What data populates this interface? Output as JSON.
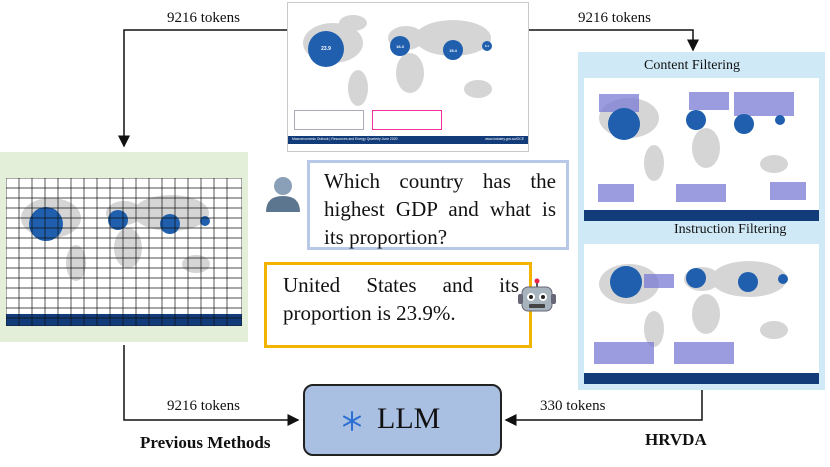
{
  "labels": {
    "top_left_tokens": "9216 tokens",
    "top_right_tokens": "9216 tokens",
    "bottom_left_tokens": "9216 tokens",
    "bottom_right_tokens": "330 tokens",
    "content_filtering": "Content Filtering",
    "instruction_filtering": "Instruction Filtering",
    "previous_methods": "Previous Methods",
    "hrvda": "HRVDA",
    "llm": "LLM"
  },
  "chat": {
    "question": "Which country has the highest GDP and what is its proportion?",
    "answer": "United States and its proportion is 23.9%."
  },
  "map": {
    "bubbles": {
      "usa": "23.9",
      "china": "16.3",
      "india": "15.4",
      "japan": "6.1"
    },
    "footer_left": "Macroeconomic Outlook | Resources and Energy Quarterly June 2020",
    "footer_right": "www.industry.gov.au/OCE"
  },
  "colors": {
    "accent_blue": "#1f5fae",
    "footer_blue": "#123b7a",
    "question_border": "#b7c9e6",
    "answer_border": "#f2b400",
    "hrvda_bg": "#cfe9f7",
    "prev_bg": "#e4efd9",
    "llm_bg": "#aac0e2",
    "highlight": "#7a7ad6"
  },
  "icons": [
    "user-icon",
    "robot-icon",
    "snowflake-icon"
  ]
}
